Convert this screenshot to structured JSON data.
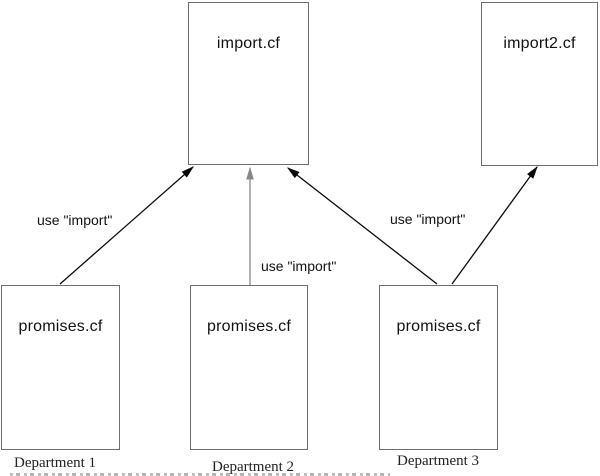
{
  "diagram": {
    "boxes": {
      "import": {
        "label": "import.cf"
      },
      "import2": {
        "label": "import2.cf"
      },
      "promises1": {
        "label": "promises.cf"
      },
      "promises2": {
        "label": "promises.cf"
      },
      "promises3": {
        "label": "promises.cf"
      }
    },
    "edges": {
      "promises1_to_import": {
        "label": "use \"import\""
      },
      "promises2_to_import": {
        "label": "use \"import\""
      },
      "promises3_to_import": {
        "label": ""
      },
      "promises3_to_import2": {
        "label": "use \"import\""
      }
    },
    "department_labels": {
      "dept1": "Department 1",
      "dept2": "Department 2",
      "dept3": "Department 3"
    },
    "colors": {
      "background": "#ffffff",
      "box_border": "#6e6e6e",
      "arrow_dark": "#0a0a0a",
      "arrow_light": "#888888",
      "text": "#111111"
    }
  }
}
